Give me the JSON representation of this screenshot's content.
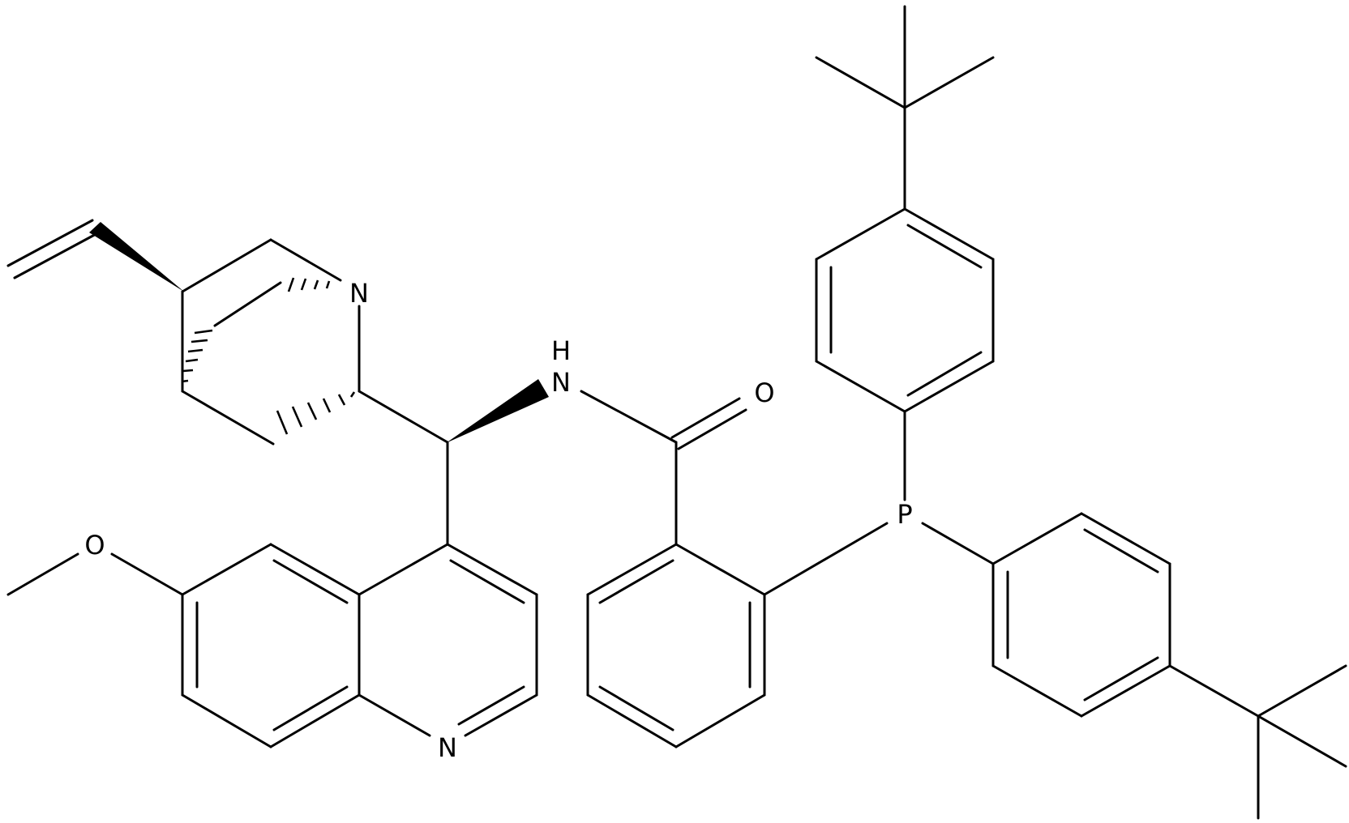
{
  "diagram": {
    "type": "chemical structure",
    "atom_labels": {
      "quinuclidine_n": "N",
      "amide_n": "N",
      "amide_h": "H",
      "carbonyl_o": "O",
      "methoxy_o": "O",
      "quinoline_n": "N",
      "phosphorus": "P"
    }
  }
}
